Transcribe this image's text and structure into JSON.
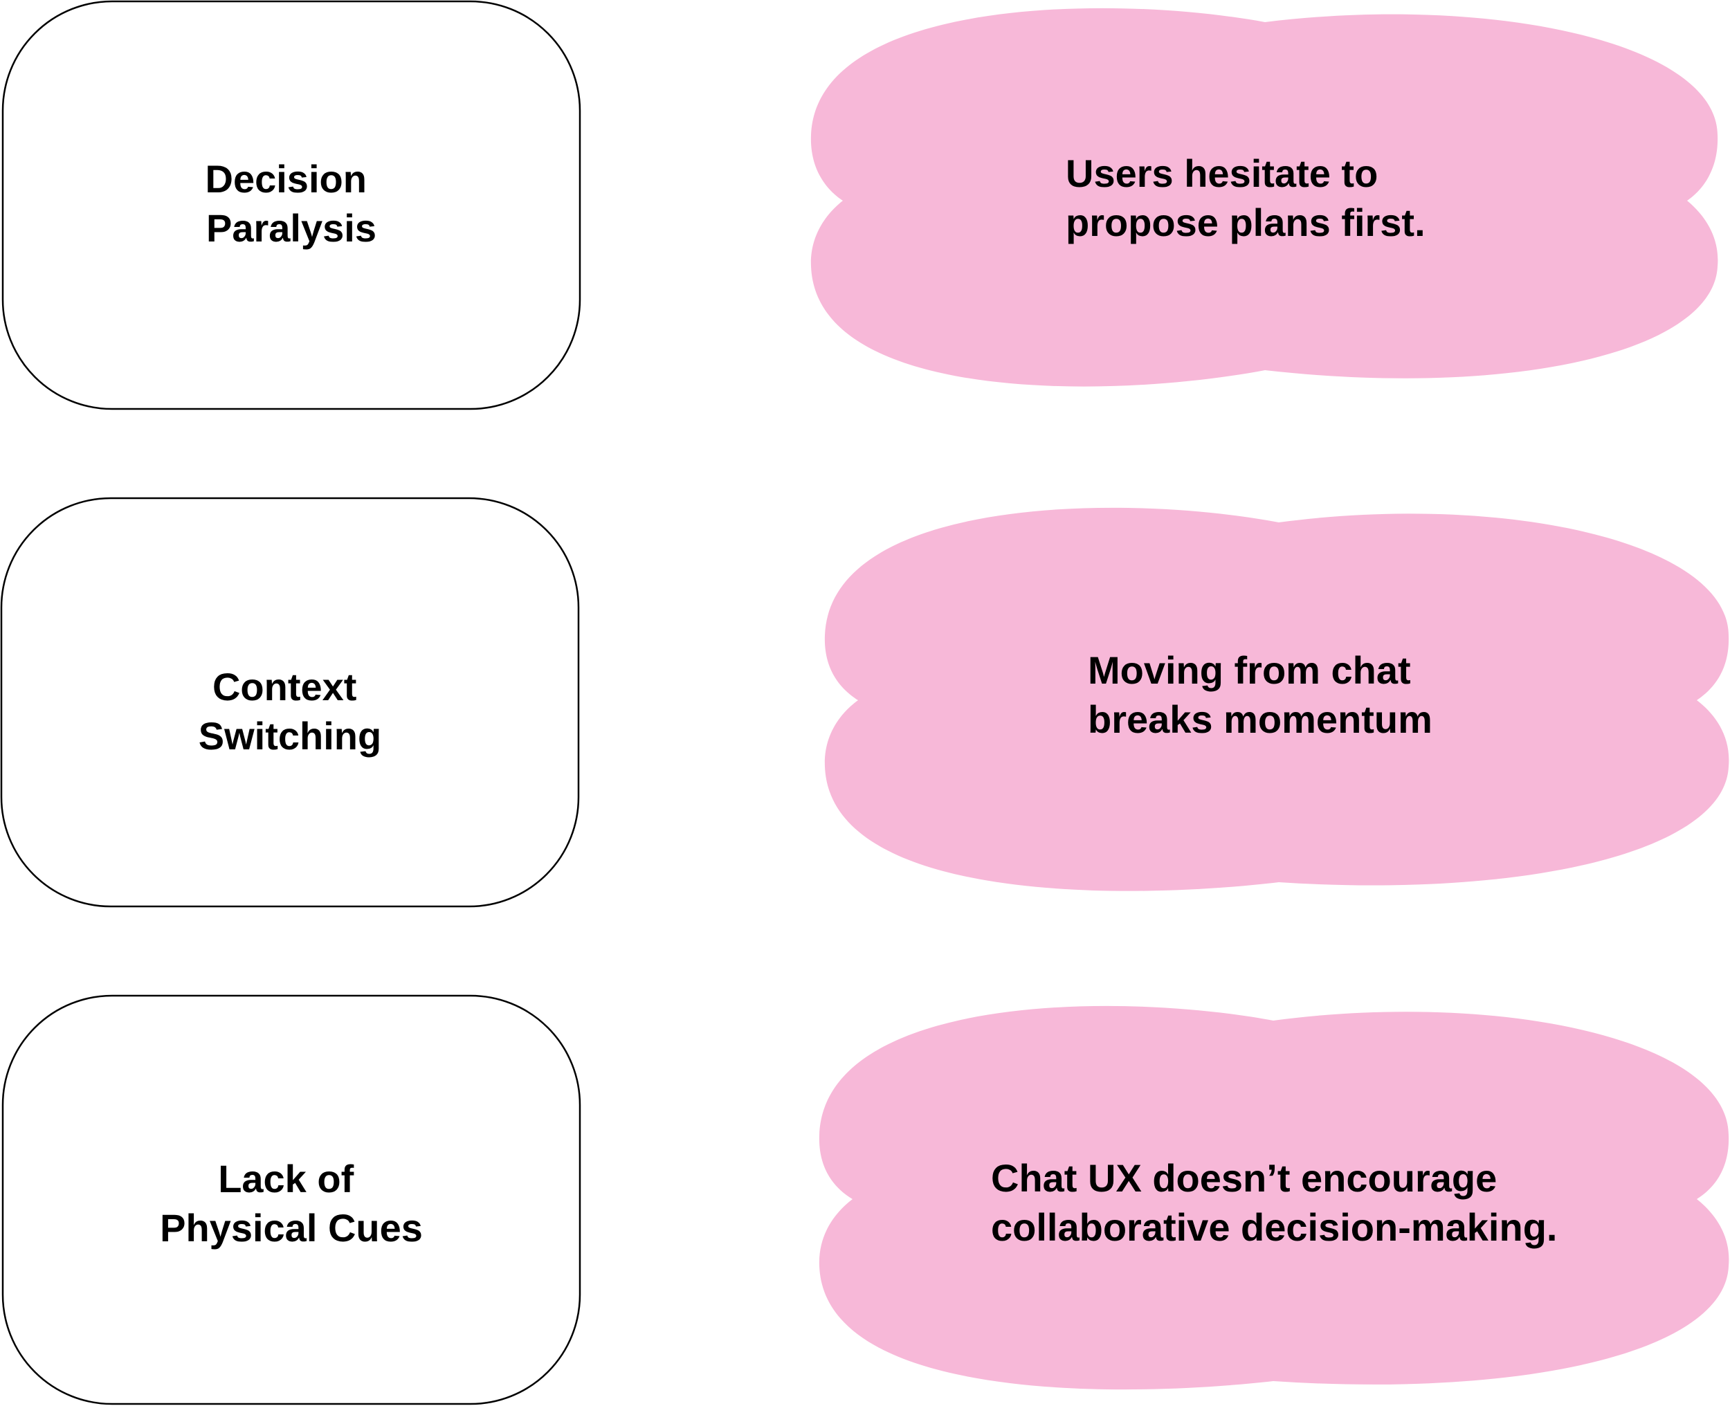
{
  "colors": {
    "background": "#ffffff",
    "box_fill": "#ffffff",
    "box_stroke": "#000000",
    "cloud_fill": "#f7b8d8",
    "text": "#000000"
  },
  "rows": [
    {
      "problem": {
        "line1": "Decision",
        "line2": "Paralysis"
      },
      "insight": {
        "line1": "Users hesitate to",
        "line2": "propose plans first."
      }
    },
    {
      "problem": {
        "line1": "Context",
        "line2": "Switching"
      },
      "insight": {
        "line1": "Moving from chat",
        "line2": "breaks momentum"
      }
    },
    {
      "problem": {
        "line1": "Lack of",
        "line2": "Physical Cues"
      },
      "insight": {
        "line1": "Chat UX doesn’t encourage",
        "line2": "collaborative decision-making."
      }
    }
  ]
}
